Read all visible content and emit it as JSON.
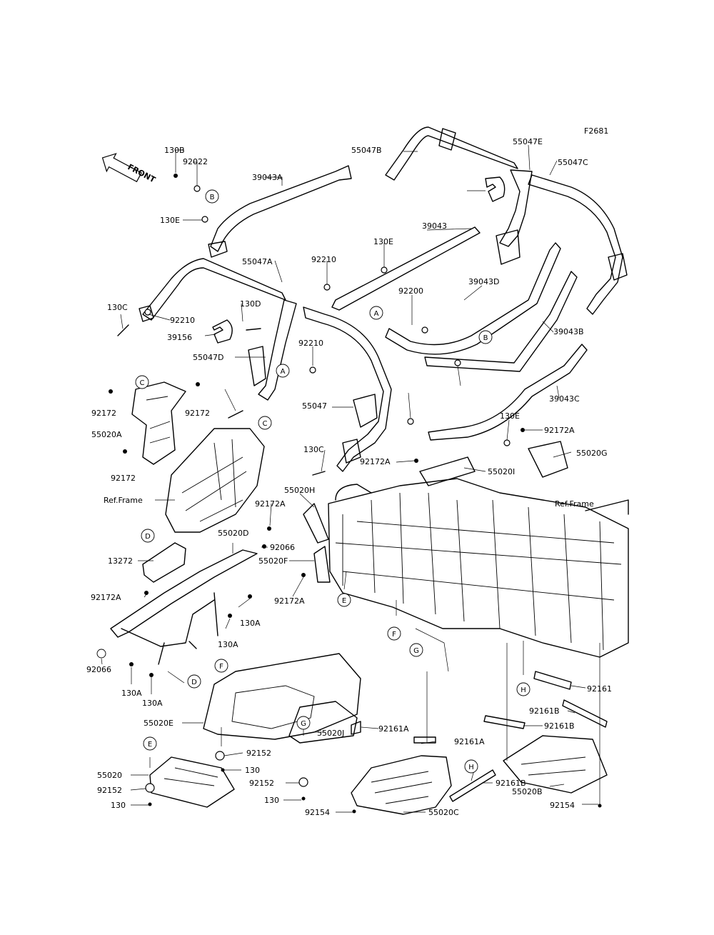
{
  "diagram": {
    "figure_code": "F2681",
    "front_label": "FRONT",
    "ref_frame": "Ref.Frame",
    "callout_letters": [
      "A",
      "B",
      "C",
      "D",
      "E",
      "F",
      "G",
      "H"
    ],
    "part_numbers": [
      "130B",
      "92022",
      "39043A",
      "130E",
      "55047A",
      "92210",
      "130C",
      "130D",
      "39156",
      "55047D",
      "55047B",
      "55047E",
      "55047C",
      "39043",
      "130E",
      "92200",
      "39043D",
      "39043B",
      "39043C",
      "92210",
      "55047",
      "92210",
      "130C",
      "92172",
      "92172",
      "55020A",
      "92172",
      "55020G",
      "55020I",
      "92172A",
      "92172A",
      "130E",
      "55020H",
      "92172A",
      "55020D",
      "92066",
      "55020F",
      "13272",
      "92172A",
      "92172A",
      "130A",
      "130A",
      "92066",
      "130A",
      "130A",
      "55020E",
      "92152",
      "130",
      "55020",
      "92152",
      "130",
      "55020J",
      "92152",
      "130",
      "92154",
      "92161A",
      "92161A",
      "92161B",
      "92161B",
      "92161",
      "92161B",
      "55020C",
      "55020B",
      "92154",
      "Ref.Frame"
    ]
  }
}
